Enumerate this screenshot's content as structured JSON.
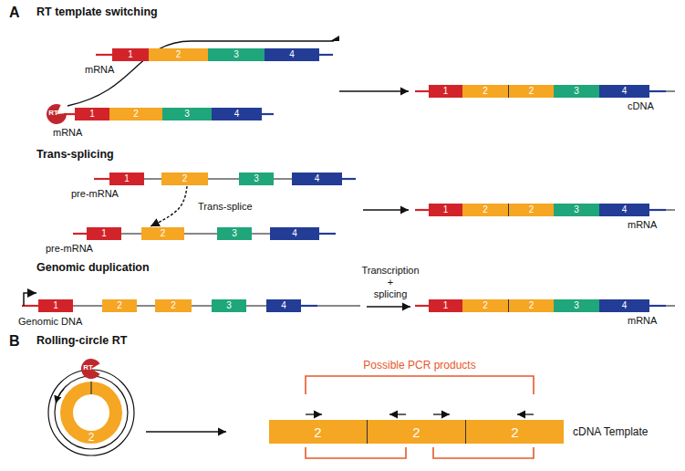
{
  "diagram": {
    "nodes": [
      {
        "text": [
          "1"
        ]
      },
      {
        "text": [
          "2"
        ]
      },
      {
        "text": [
          "3"
        ]
      },
      {
        "text": [
          "4"
        ]
      },
      {
        "text": [
          "1"
        ]
      },
      {
        "text": [
          "2"
        ]
      },
      {
        "text": [
          "3"
        ]
      },
      {
        "text": [
          "4"
        ]
      },
      {
        "text": [
          "RT"
        ]
      },
      {
        "text": [
          "1"
        ]
      },
      {
        "text": [
          "2"
        ]
      },
      {
        "text": [
          "2"
        ]
      },
      {
        "text": [
          "3"
        ]
      },
      {
        "text": [
          "4"
        ]
      },
      {
        "text": [
          "1"
        ]
      },
      {
        "text": [
          "2"
        ]
      },
      {
        "text": [
          "3"
        ]
      },
      {
        "text": [
          "4"
        ]
      },
      {
        "text": [
          "1"
        ]
      },
      {
        "text": [
          "2"
        ]
      },
      {
        "text": [
          "3"
        ]
      },
      {
        "text": [
          "4"
        ]
      },
      {
        "text": [
          "1"
        ]
      },
      {
        "text": [
          "2"
        ]
      },
      {
        "text": [
          "2"
        ]
      },
      {
        "text": [
          "3"
        ]
      },
      {
        "text": [
          "4"
        ]
      },
      {
        "text": [
          "1"
        ]
      },
      {
        "text": [
          "2"
        ]
      },
      {
        "text": [
          "2"
        ]
      },
      {
        "text": [
          "3"
        ]
      },
      {
        "text": [
          "4"
        ]
      },
      {
        "text": [
          "1"
        ]
      },
      {
        "text": [
          "2"
        ]
      },
      {
        "text": [
          "2"
        ]
      },
      {
        "text": [
          "3"
        ]
      },
      {
        "text": [
          "4"
        ]
      },
      {
        "text": [
          "RT"
        ]
      },
      {
        "text": [
          "2"
        ]
      },
      {
        "text": [
          "2"
        ]
      },
      {
        "text": [
          "2"
        ]
      },
      {
        "text": [
          "2"
        ]
      }
    ],
    "edges": [
      {
        "from": 15,
        "to": 19,
        "arrow": "to",
        "label": "Trans-splice"
      }
    ],
    "labels": [
      "A",
      "RT template switching",
      "mRNA",
      "mRNA",
      "cDNA",
      "Trans-splicing",
      "pre-mRNA",
      "pre-mRNA",
      "mRNA",
      "Genomic duplication",
      "Genomic DNA",
      "Transcription",
      "+",
      "splicing",
      "mRNA",
      "B",
      "Rolling-circle RT",
      "Possible PCR products",
      "cDNA Template"
    ]
  }
}
